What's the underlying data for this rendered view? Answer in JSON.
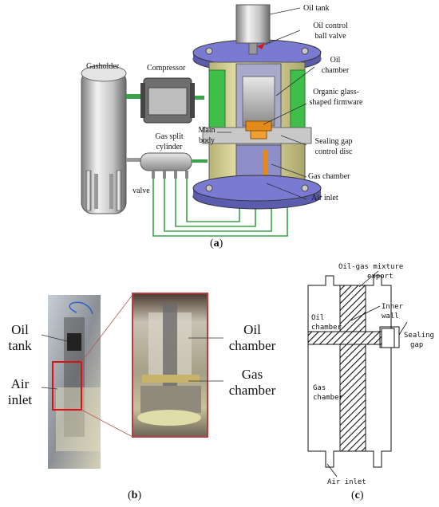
{
  "panel_a": {
    "caption_letter": "a",
    "labels": {
      "oil_tank": "Oil tank",
      "oil_control_ball_valve_1": "Oil control",
      "oil_control_ball_valve_2": "ball valve",
      "oil_chamber_1": "Oil",
      "oil_chamber_2": "chamber",
      "organic_glass_1": "Organic glass-",
      "organic_glass_2": "shaped firmware",
      "sealing_gap_1": "Sealing gap",
      "sealing_gap_2": "control disc",
      "gas_chamber": "Gas chamber",
      "air_inlet": "Air inlet",
      "gasholder": "Gasholder",
      "compressor": "Compressor",
      "main_body_1": "Main",
      "main_body_2": "body",
      "gas_split_1": "Gas split",
      "gas_split_2": "cylinder",
      "valve": "valve"
    }
  },
  "panel_b": {
    "caption_letter": "b",
    "labels": {
      "oil_tank_1": "Oil",
      "oil_tank_2": "tank",
      "air_inlet_1": "Air",
      "air_inlet_2": "inlet",
      "oil_chamber_1": "Oil",
      "oil_chamber_2": "chamber",
      "gas_chamber_1": "Gas",
      "gas_chamber_2": "chamber"
    }
  },
  "panel_c": {
    "caption_letter": "c",
    "labels": {
      "export_1": "Oil-gas mixture",
      "export_2": "export",
      "inner_wall_1": "Inner",
      "inner_wall_2": "wall",
      "oil_chamber_1": "Oil",
      "oil_chamber_2": "chamber",
      "sealing_gap_1": "Sealing",
      "sealing_gap_2": "gap",
      "gas_chamber_1": "Gas",
      "gas_chamber_2": "chamber",
      "air_inlet": "Air inlet"
    }
  }
}
